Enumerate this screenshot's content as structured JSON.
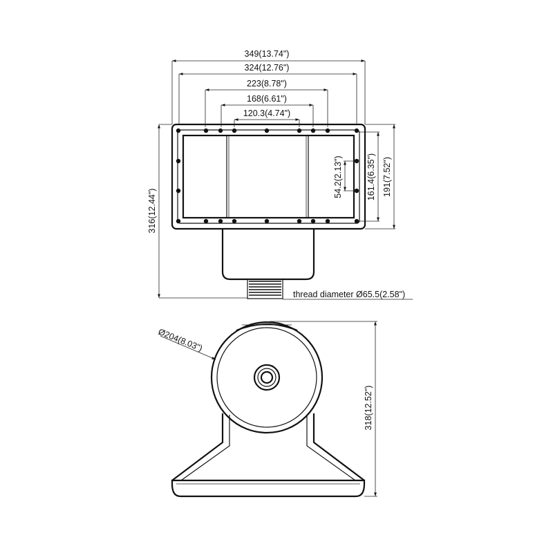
{
  "drawing": {
    "top_view": {
      "dimensions": {
        "overall_width": "349(13.74\")",
        "flange_width": "324(12.76\")",
        "bolt_span_outer": "223(8.78\")",
        "bolt_span_mid": "168(6.61\")",
        "bolt_span_inner": "120.3(4.74\")",
        "overall_height": "316(12.44\")",
        "flange_height": "191(7.52\")",
        "opening_height": "161.4(6.35\")",
        "bolt_spacing_side": "54.2(2.13\")",
        "thread": "thread diameter Ø65.5(2.58\")"
      }
    },
    "side_view": {
      "dimensions": {
        "body_diameter": "Ø204(8.03\")",
        "overall_height": "318(12.52\")"
      }
    }
  },
  "colors": {
    "line": "#111111",
    "background": "#ffffff"
  }
}
